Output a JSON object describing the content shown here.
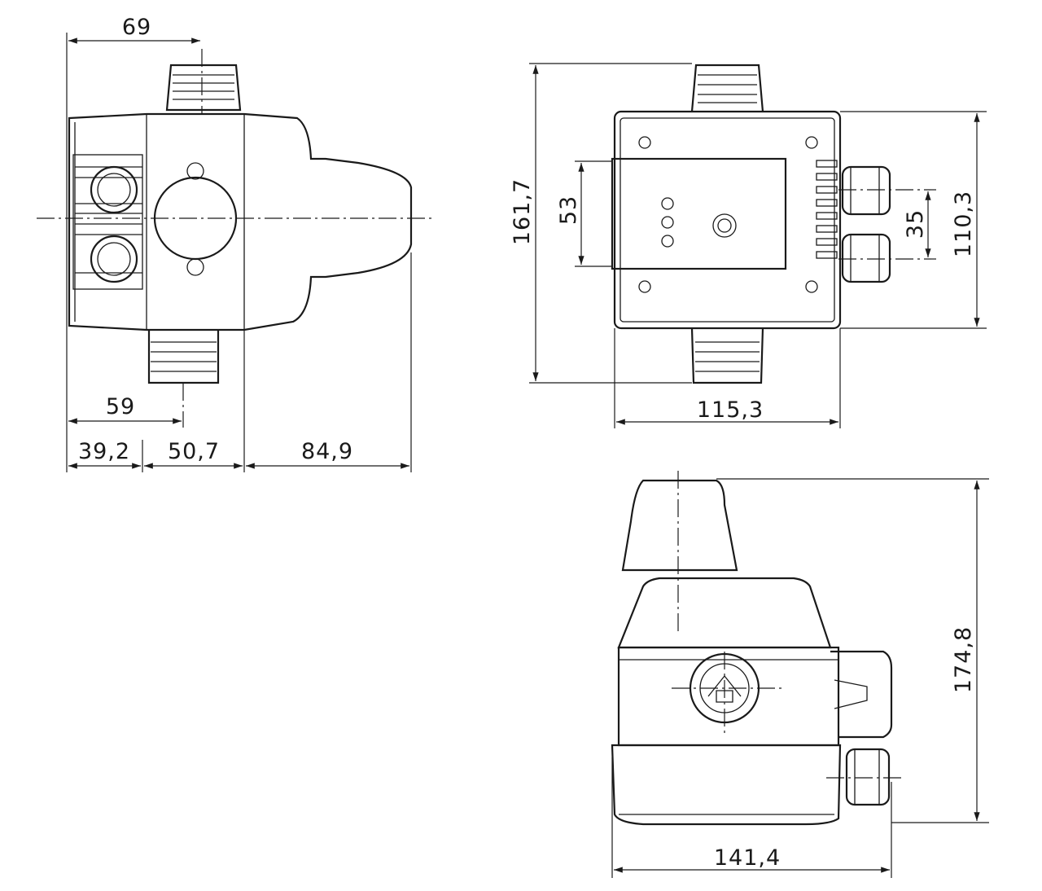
{
  "title": "Pressure switch dimension drawing",
  "views": {
    "side": {
      "dim_top_width": "69",
      "dim_port_offset": "59",
      "dim_seg1": "39,2",
      "dim_seg2": "50,7",
      "dim_seg3": "84,9"
    },
    "top": {
      "dim_total_height": "161,7",
      "dim_plate": "53",
      "dim_body_height": "110,3",
      "dim_gland_spacing": "35",
      "dim_width": "115,3"
    },
    "front": {
      "dim_height": "174,8",
      "dim_width": "141,4"
    }
  }
}
